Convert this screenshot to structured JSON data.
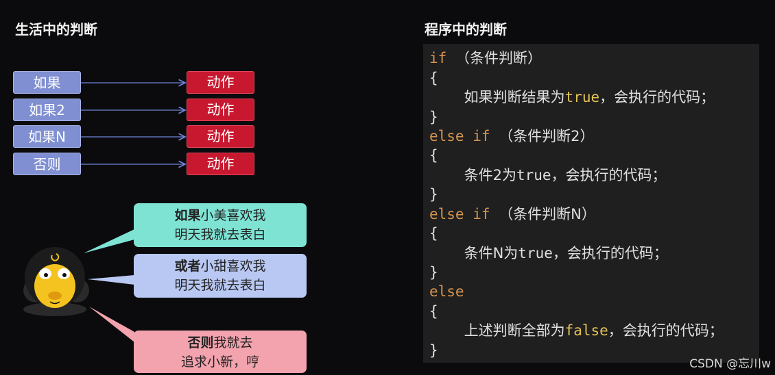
{
  "left": {
    "title": "生活中的判断",
    "conditions": [
      "如果",
      "如果2",
      "如果N",
      "否则"
    ],
    "action": "动作",
    "bubbles": [
      {
        "bold": "如果",
        "rest": "小美喜欢我",
        "line2": "明天我就去表白"
      },
      {
        "bold": "或者",
        "rest": "小甜喜欢我",
        "line2": "明天我就去表白"
      },
      {
        "bold": "否则",
        "rest": "我就去",
        "line2": "追求小新，哼"
      }
    ],
    "colors": {
      "condition": "#7f8fd1",
      "action": "#c8182f",
      "bubble1": "#7fe3d4",
      "bubble2": "#b9c8f3",
      "bubble3": "#f3a3ae"
    }
  },
  "right": {
    "title": "程序中的判断",
    "code": {
      "if_kw": "if",
      "else_kw": "else",
      "cond1": "（条件判断）",
      "cond2": "（条件判断2）",
      "condN": "（条件判断N）",
      "open": "{",
      "close": "}",
      "stmt1_pre": "如果判断结果为",
      "stmt2_pre": "条件2为",
      "stmt3_pre": "条件N为",
      "stmt4_pre": "上述判断全部为",
      "true": "true",
      "false": "false",
      "stmt_post": "，会执行的代码；"
    },
    "colors": {
      "keyword": "#d8944f",
      "value": "#e2c256",
      "background": "#1f1f1f"
    }
  },
  "watermark": "CSDN @忘川w"
}
